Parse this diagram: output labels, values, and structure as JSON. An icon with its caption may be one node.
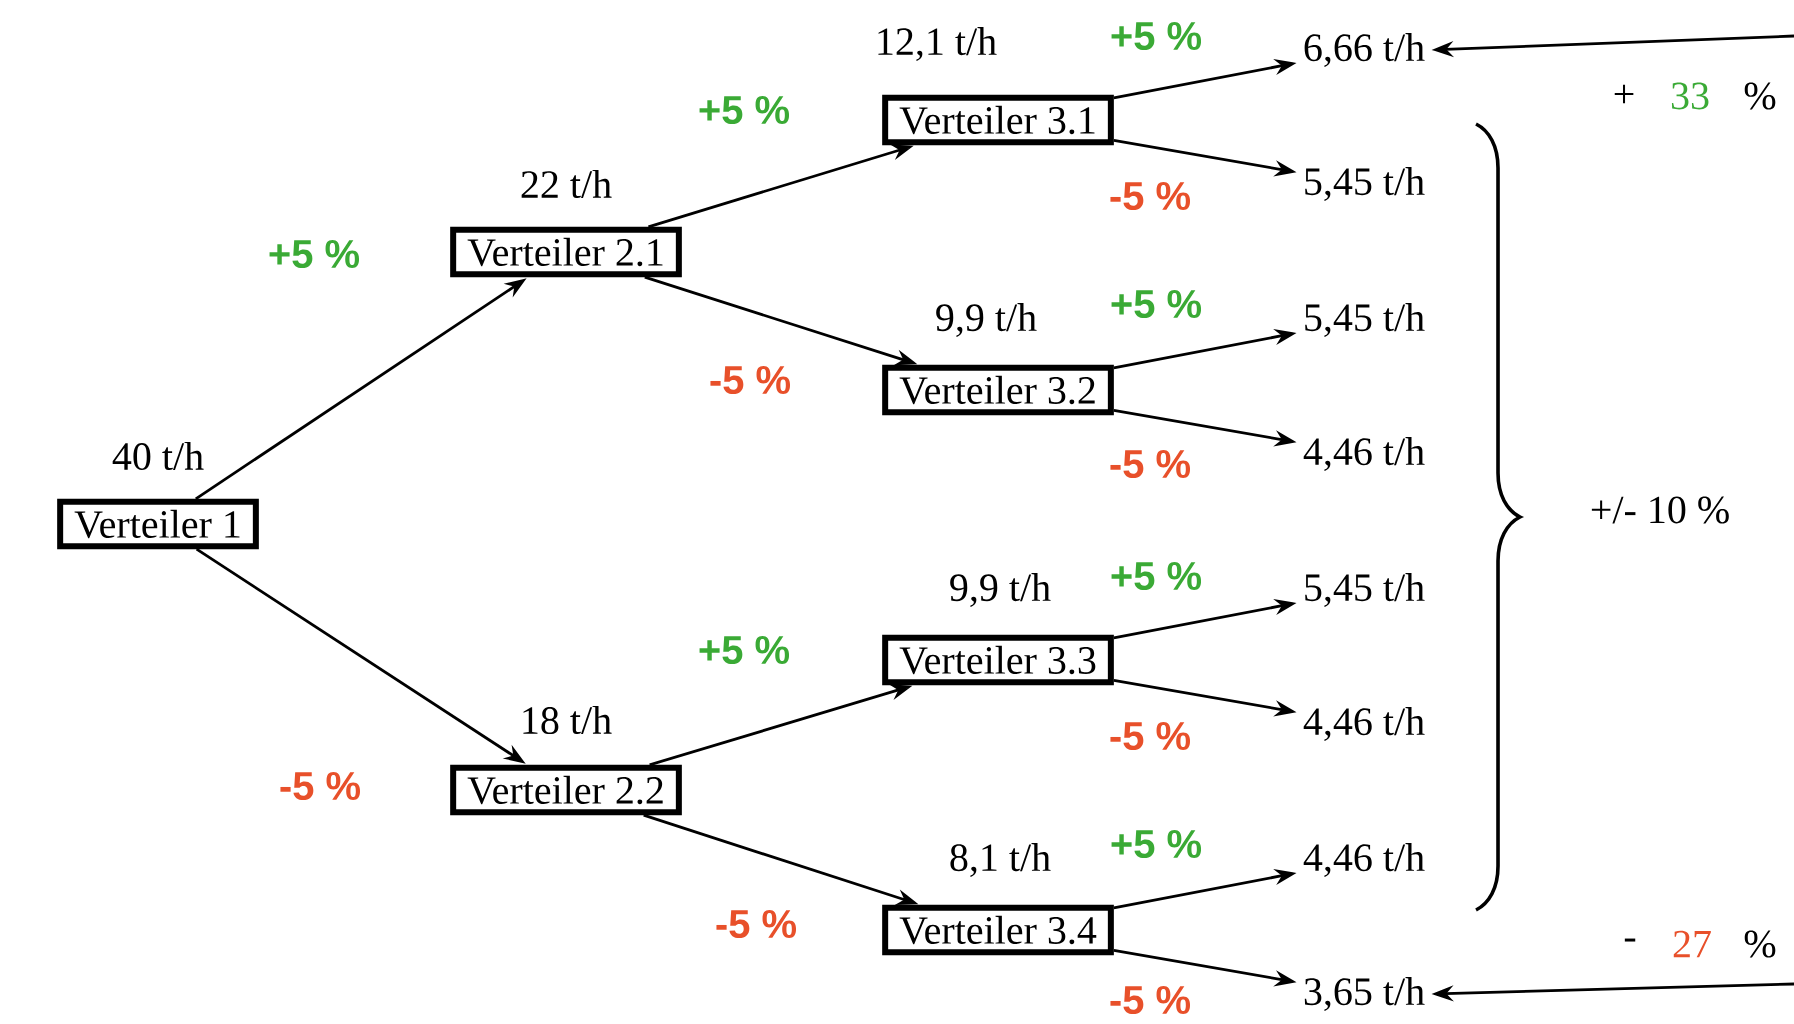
{
  "diagram": {
    "nodes": [
      {
        "text": [
          "Verteiler 1"
        ],
        "beside": [
          "40 t/h"
        ]
      },
      {
        "text": [
          "Verteiler 2.1"
        ],
        "beside": [
          "22 t/h"
        ]
      },
      {
        "text": [
          "Verteiler 2.2"
        ],
        "beside": [
          "18 t/h"
        ]
      },
      {
        "text": [
          "Verteiler 3.1"
        ],
        "beside": [
          "12,1 t/h"
        ]
      },
      {
        "text": [
          "Verteiler 3.2"
        ],
        "beside": [
          "9,9 t/h"
        ]
      },
      {
        "text": [
          "Verteiler 3.3"
        ],
        "beside": [
          "9,9 t/h"
        ]
      },
      {
        "text": [
          "Verteiler 3.4"
        ],
        "beside": [
          "8,1 t/h"
        ]
      },
      {
        "text": [
          "6,66 t/h"
        ]
      },
      {
        "text": [
          "5,45 t/h"
        ]
      },
      {
        "text": [
          "5,45 t/h"
        ]
      },
      {
        "text": [
          "4,46 t/h"
        ]
      },
      {
        "text": [
          "5,45 t/h"
        ]
      },
      {
        "text": [
          "4,46 t/h"
        ]
      },
      {
        "text": [
          "4,46 t/h"
        ]
      },
      {
        "text": [
          "3,65 t/h"
        ]
      }
    ],
    "edges": [
      {
        "from": 0,
        "to": 1,
        "arrow": "to",
        "label": "+5 %"
      },
      {
        "from": 0,
        "to": 2,
        "arrow": "to",
        "label": "-5 %"
      },
      {
        "from": 1,
        "to": 3,
        "arrow": "to",
        "label": "+5 %"
      },
      {
        "from": 1,
        "to": 4,
        "arrow": "to",
        "label": "-5 %"
      },
      {
        "from": 2,
        "to": 5,
        "arrow": "to",
        "label": "+5 %"
      },
      {
        "from": 2,
        "to": 6,
        "arrow": "to",
        "label": "-5 %"
      },
      {
        "from": 3,
        "to": 7,
        "arrow": "to",
        "label": "+5 %"
      },
      {
        "from": 3,
        "to": 8,
        "arrow": "to",
        "label": "-5 %"
      },
      {
        "from": 4,
        "to": 9,
        "arrow": "to",
        "label": "+5 %"
      },
      {
        "from": 4,
        "to": 10,
        "arrow": "to",
        "label": "-5 %"
      },
      {
        "from": 5,
        "to": 11,
        "arrow": "to",
        "label": "+5 %"
      },
      {
        "from": 5,
        "to": 12,
        "arrow": "to",
        "label": "-5 %"
      },
      {
        "from": 6,
        "to": 13,
        "arrow": "to",
        "label": "+5 %"
      },
      {
        "from": 6,
        "to": 14,
        "arrow": "to",
        "label": "-5 %"
      },
      {
        "from": null,
        "to": 7,
        "arrow": "to"
      },
      {
        "from": null,
        "to": 14,
        "arrow": "to"
      }
    ],
    "labels": [
      "+",
      "33",
      "%",
      "+/- 10 %",
      "-",
      "27",
      "%"
    ]
  }
}
